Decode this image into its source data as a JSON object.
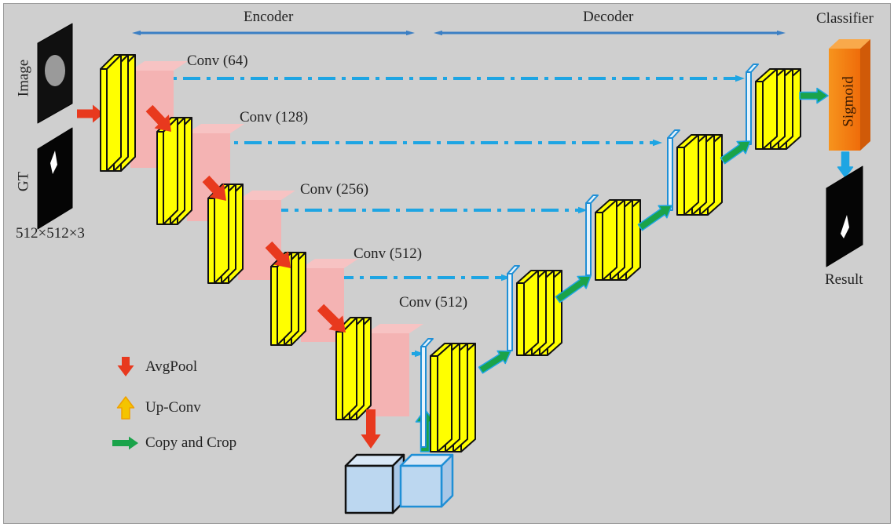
{
  "labels": {
    "encoder": "Encoder",
    "decoder": "Decoder",
    "classifier": "Classifier",
    "image": "Image",
    "gt": "GT",
    "input_size": "512×512×3",
    "sigmoid": "Sigmoid",
    "result": "Result",
    "conv_levels": [
      "Conv (64)",
      "Conv (128)",
      "Conv (256)",
      "Conv (512)",
      "Conv (512)"
    ]
  },
  "legend": [
    {
      "label": "AvgPool",
      "icon": "red-down-arrow-icon"
    },
    {
      "label": "Up-Conv",
      "icon": "yellow-up-arrow-icon"
    },
    {
      "label": "Copy and Crop",
      "icon": "green-right-arrow-icon"
    }
  ],
  "colors": {
    "background": "#cfcfcf",
    "conv_block": "#ffff00",
    "pool_panel": "#f4b3b3",
    "pool_arrow": "#e8391e",
    "skip_line": "#1ea5e3",
    "encoder_decoder_arrow": "#3b7fc4",
    "upconv_arrow": "#f4c400",
    "copy_crop_arrow": "#1aa34a",
    "sigmoid": "#f07a10",
    "bottleneck_cube": "#bcd7f0"
  }
}
